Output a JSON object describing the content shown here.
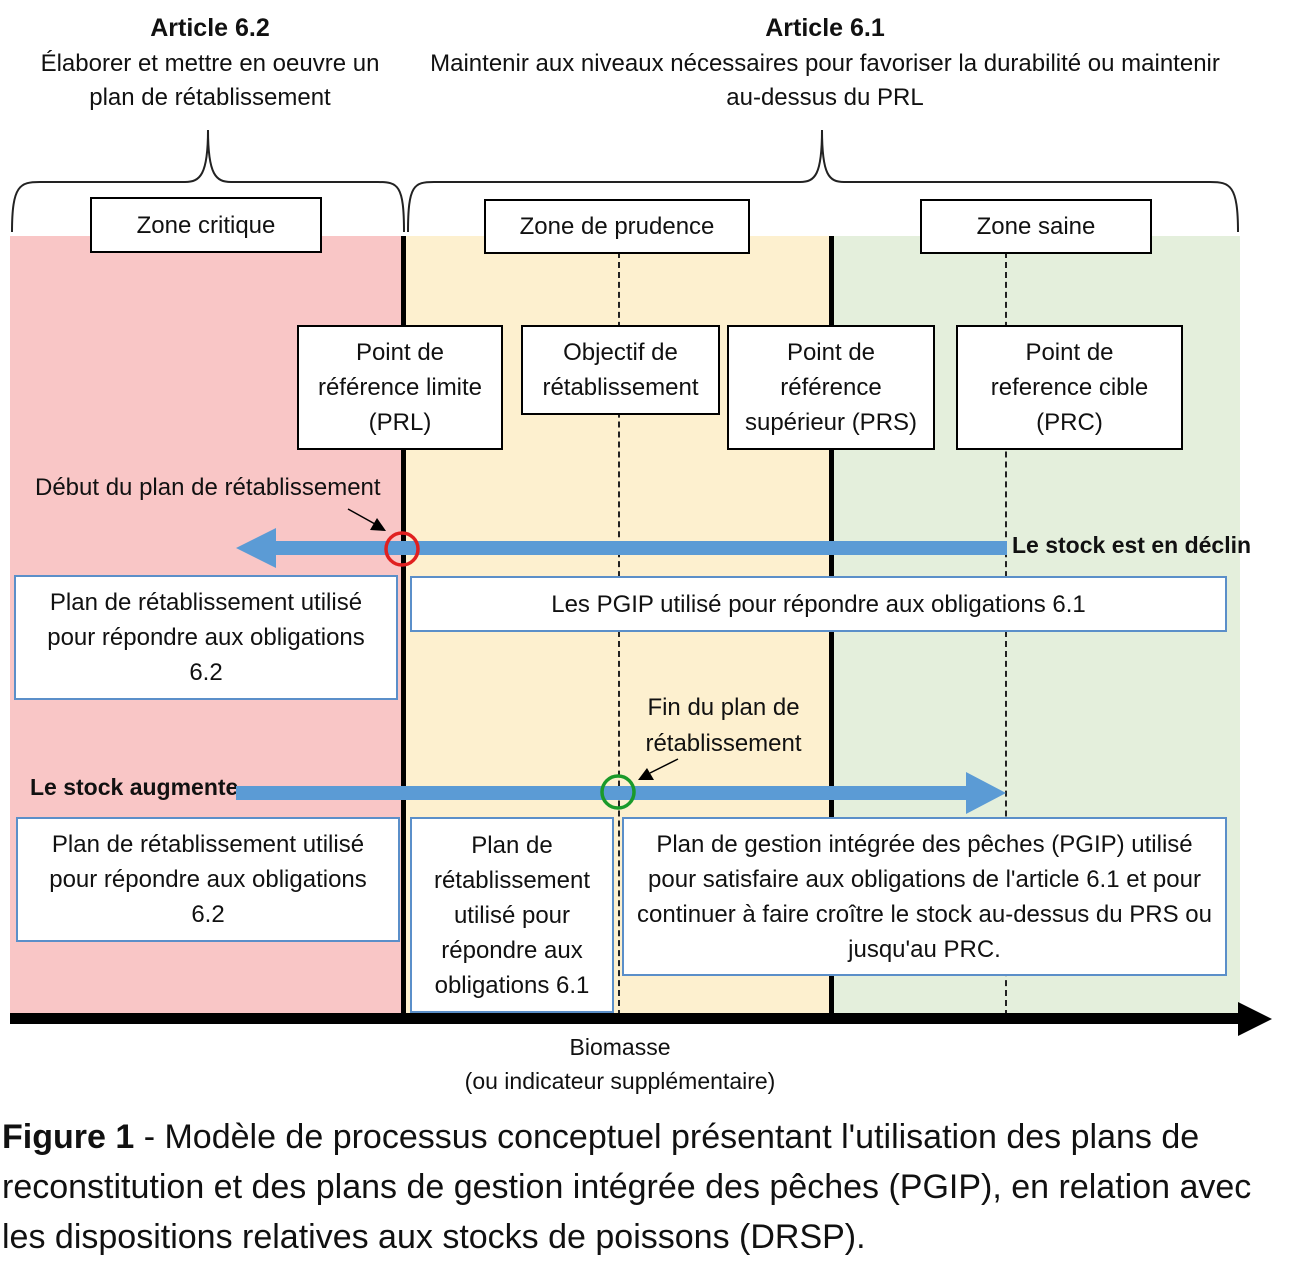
{
  "articles": {
    "a62": {
      "title": "Article 6.2",
      "description": "Élaborer et mettre en oeuvre un\nplan de rétablissement"
    },
    "a61": {
      "title": "Article 6.1",
      "description": "Maintenir aux niveaux nécessaires pour favoriser la durabilité ou maintenir\nau-dessus du PRL"
    }
  },
  "zones": {
    "critical": "Zone critique",
    "caution": "Zone de prudence",
    "healthy": "Zone saine"
  },
  "reference_points": {
    "lrp": "Point de\nréférence limite\n(PRL)",
    "rebuilding_target": "Objectif de\nrétablissement",
    "usr": "Point de\nréférence\nsupérieur (PRS)",
    "target": "Point de\nreference cible\n(PRC)"
  },
  "declining": {
    "start_label": "Début du plan de rétablissement",
    "stock_label": "Le stock est en déclin",
    "critical_box": "Plan de rétablissement utilisé\npour répondre aux obligations\n6.2",
    "other_box": "Les PGIP utilisé pour répondre aux obligations 6.1"
  },
  "increasing": {
    "end_label": "Fin du plan de\nrétablissement",
    "stock_label": "Le stock augmente",
    "critical_box": "Plan de rétablissement utilisé\npour répondre aux obligations\n6.2",
    "caution_box": "Plan de\nrétablissement\nutilisé pour\nrépondre aux\nobligations 6.1",
    "healthy_box": "Plan de gestion intégrée des pêches (PGIP) utilisé\npour satisfaire aux obligations de l'article 6.1 et pour\ncontinuer à faire croître le stock au-dessus du PRS ou\njusqu'au PRC."
  },
  "axis": {
    "label": "Biomasse",
    "sublabel": "(ou indicateur supplémentaire)"
  },
  "caption": {
    "label": "Figure 1",
    "text": " - Modèle de processus conceptuel présentant l'utilisation des plans de reconstitution et des plans de gestion intégrée des pêches (PGIP), en relation avec les dispositions relatives aux stocks de poissons (DRSP)."
  },
  "colors": {
    "critical": "#f9c6c6",
    "caution": "#fdf0cf",
    "healthy": "#e4efdc",
    "arrow": "#5b9bd5",
    "box_border_blue": "#5b8fc9",
    "start_marker": "#e02020",
    "end_marker": "#1a9a2a"
  }
}
